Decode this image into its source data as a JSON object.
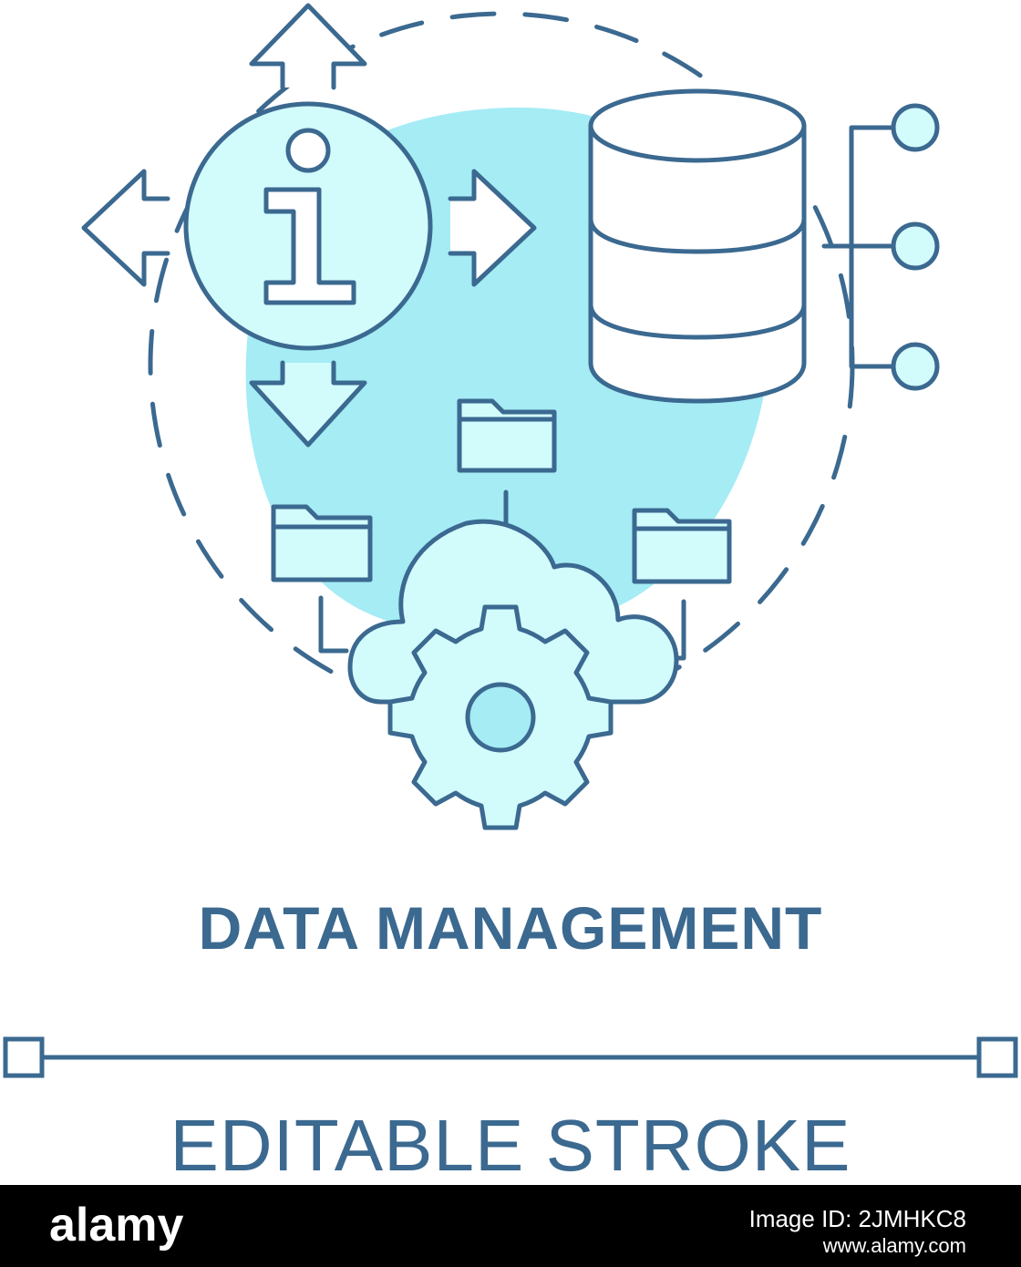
{
  "icon": {
    "name": "data-management-icon",
    "stroke_color": "#3b6990",
    "fill_color": "#a5ecf5",
    "light_fill_color": "#d2fbfc",
    "info_glyph": "i"
  },
  "title": "DATA MANAGEMENT",
  "subtitle": "EDITABLE STROKE",
  "footer": {
    "brand": "alamy",
    "image_id": "Image ID: 2JMHKC8",
    "url": "www.alamy.com"
  }
}
